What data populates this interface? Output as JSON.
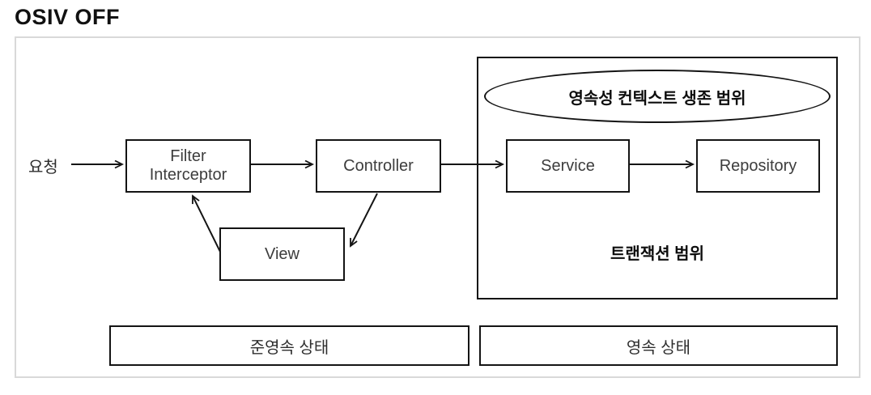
{
  "title": "OSIV OFF",
  "diagram": {
    "request_label": "요청",
    "nodes": {
      "filter": {
        "line1": "Filter",
        "line2": "Interceptor"
      },
      "controller": {
        "label": "Controller"
      },
      "service": {
        "label": "Service"
      },
      "repository": {
        "label": "Repository"
      },
      "view": {
        "label": "View"
      }
    },
    "persistence_scope_label": "영속성 컨텍스트 생존 범위",
    "transaction_scope_label": "트랜잭션 범위",
    "states": {
      "detached": "준영속 상태",
      "managed": "영속 상태"
    }
  },
  "colors": {
    "box_border": "#141414",
    "outer_frame_border": "#d9d9d9",
    "node_text": "#3d3d3d",
    "bold_text": "#0d0d0d",
    "background": "#ffffff"
  }
}
